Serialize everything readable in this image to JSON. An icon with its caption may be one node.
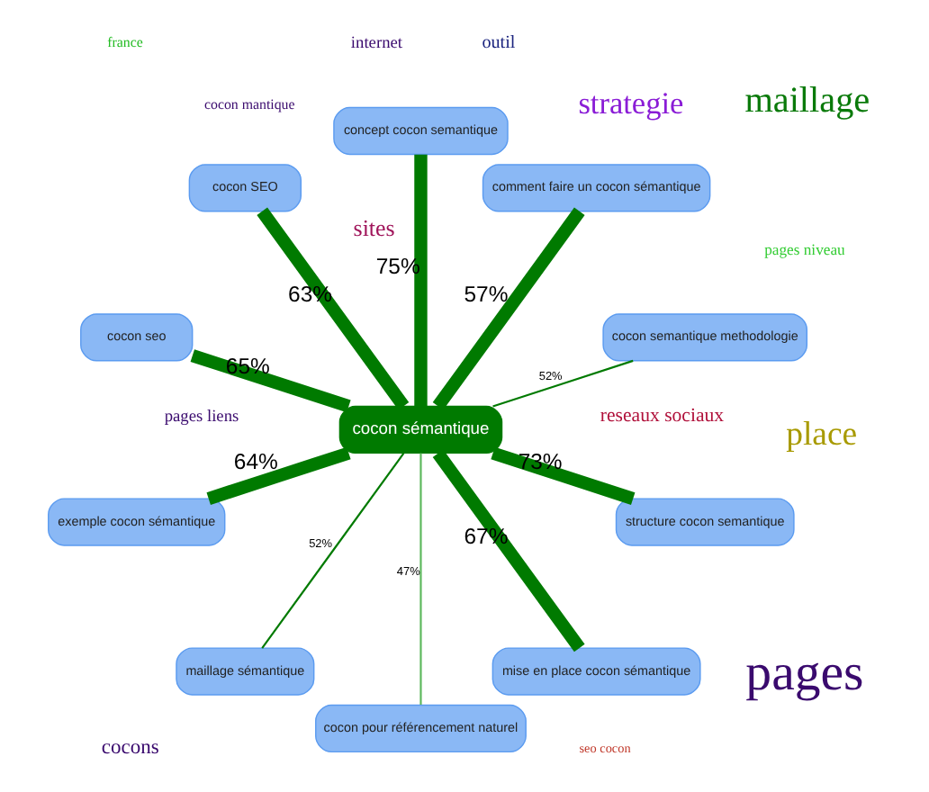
{
  "diagram": {
    "nodes": [
      {
        "text": [
          "cocon sémantique"
        ]
      },
      {
        "text": [
          "cocon semantique methodologie"
        ]
      },
      {
        "text": [
          "comment faire un cocon sémantique"
        ]
      },
      {
        "text": [
          "concept cocon semantique"
        ]
      },
      {
        "text": [
          "cocon SEO"
        ]
      },
      {
        "text": [
          "cocon seo"
        ]
      },
      {
        "text": [
          "exemple cocon sémantique"
        ]
      },
      {
        "text": [
          "maillage sémantique"
        ]
      },
      {
        "text": [
          "cocon pour référencement naturel"
        ]
      },
      {
        "text": [
          "mise en place cocon sémantique"
        ]
      },
      {
        "text": [
          "structure cocon semantique"
        ]
      }
    ],
    "edges": [
      {
        "from": 0,
        "to": 1,
        "arrow": "none",
        "label": "52%"
      },
      {
        "from": 0,
        "to": 2,
        "arrow": "none",
        "label": "57%"
      },
      {
        "from": 0,
        "to": 3,
        "arrow": "none",
        "label": "75%"
      },
      {
        "from": 0,
        "to": 4,
        "arrow": "none",
        "label": "63%"
      },
      {
        "from": 0,
        "to": 5,
        "arrow": "none",
        "label": "65%"
      },
      {
        "from": 0,
        "to": 6,
        "arrow": "none",
        "label": "64%"
      },
      {
        "from": 0,
        "to": 7,
        "arrow": "none",
        "label": "52%"
      },
      {
        "from": 0,
        "to": 8,
        "arrow": "none",
        "label": "47%",
        "color": "#5cb85c"
      },
      {
        "from": 0,
        "to": 9,
        "arrow": "none",
        "label": "67%"
      },
      {
        "from": 0,
        "to": 10,
        "arrow": "none",
        "label": "73%"
      }
    ],
    "labels": [
      "seo cocon",
      "sites",
      "outil",
      "pages liens",
      "internet",
      "cocon mantique",
      "cocons",
      "france",
      "strategie",
      "reseaux sociaux",
      "pages niveau",
      "pages",
      "place",
      "maillage"
    ]
  }
}
